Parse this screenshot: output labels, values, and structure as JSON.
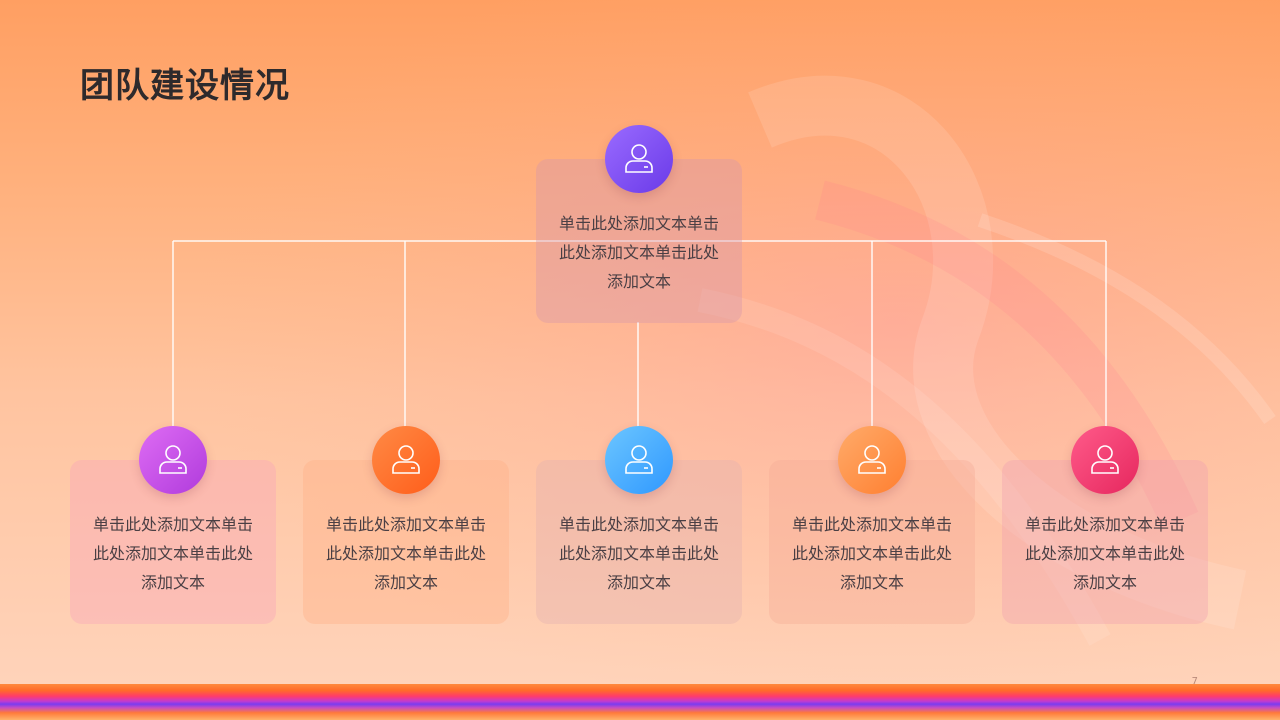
{
  "slide": {
    "title": "团队建设情况",
    "page_number": "7"
  },
  "top_node": {
    "text": "单击此处添加文本单击此处添加文本单击此处添加文本",
    "icon": "user-icon",
    "color": "#7a4cf2"
  },
  "nodes": [
    {
      "text": "单击此处添加文本单击此处添加文本单击此处添加文本",
      "icon": "user-icon",
      "color": "#c046e3"
    },
    {
      "text": "单击此处添加文本单击此处添加文本单击此处添加文本",
      "icon": "user-icon",
      "color": "#ff6a1f"
    },
    {
      "text": "单击此处添加文本单击此处添加文本单击此处添加文本",
      "icon": "user-icon",
      "color": "#3fa9ff"
    },
    {
      "text": "单击此处添加文本单击此处添加文本单击此处添加文本",
      "icon": "user-icon",
      "color": "#ff9140"
    },
    {
      "text": "单击此处添加文本单击此处添加文本单击此处添加文本",
      "icon": "user-icon",
      "color": "#ee2f6c"
    }
  ]
}
